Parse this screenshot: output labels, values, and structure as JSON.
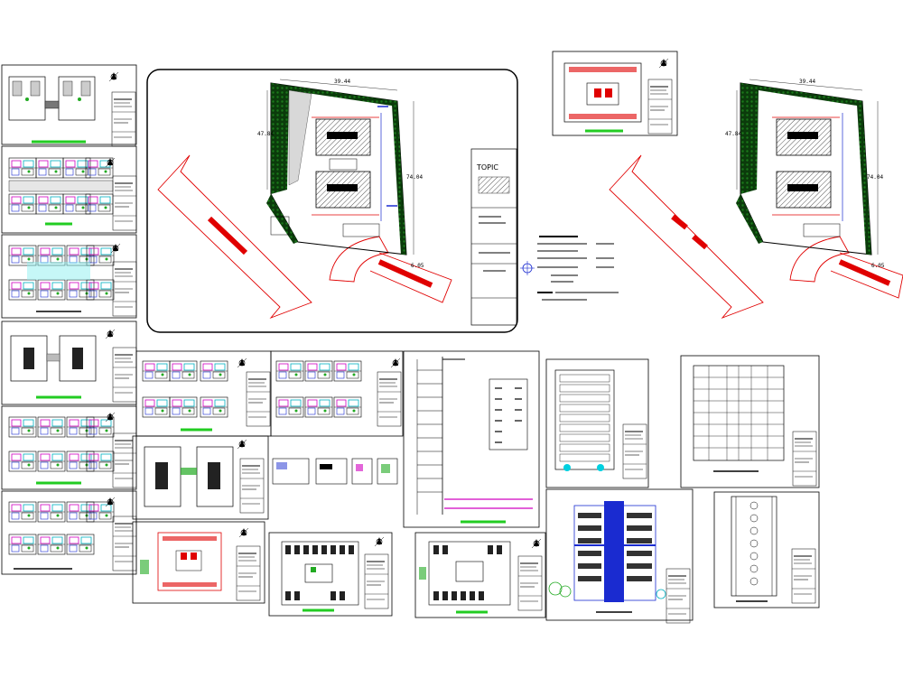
{
  "drawing": {
    "topic_label": "TOPIC",
    "site_dimensions": {
      "left": "47.84",
      "right": "74.04",
      "top": "39.44",
      "road": "6.05"
    },
    "colors": {
      "ink": "#000000",
      "boundary_red": "#e00000",
      "tree_green": "#006400",
      "label_green": "#22cc22",
      "cyan": "#00d0e0",
      "magenta": "#d000c0",
      "blue": "#1a2bd0",
      "hatch": "#555555"
    }
  }
}
